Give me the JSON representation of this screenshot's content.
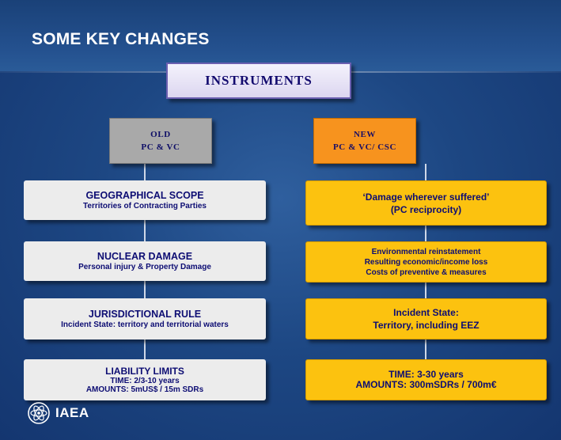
{
  "slide": {
    "title": "SOME KEY CHANGES",
    "logo_text": "IAEA"
  },
  "diagram": {
    "root": "INSTRUMENTS",
    "old_header": {
      "line1": "OLD",
      "line2": "PC & VC"
    },
    "new_header": {
      "line1": "NEW",
      "line2": "PC & VC/ CSC"
    },
    "old_boxes": [
      {
        "title": "GEOGRAPHICAL SCOPE",
        "detail": "Territories of Contracting Parties"
      },
      {
        "title": "NUCLEAR DAMAGE",
        "detail": "Personal injury & Property Damage"
      },
      {
        "title": "JURISDICTIONAL RULE",
        "detail": "Incident State: territory and territorial waters"
      },
      {
        "title": "LIABILITY LIMITS",
        "detail1": "TIME: 2/3-10 years",
        "detail2": "AMOUNTS: 5mUS$ / 15m SDRs"
      }
    ],
    "new_boxes": [
      {
        "line1": "‘Damage wherever suffered’",
        "line2": "(PC reciprocity)"
      },
      {
        "line1": "Environmental reinstatement",
        "line2": "Resulting economic/income loss",
        "line3": "Costs of preventive & measures"
      },
      {
        "line1": "Incident State:",
        "line2": "Territory, including EEZ"
      },
      {
        "line1": "TIME: 3-30 years",
        "line2": "AMOUNTS: 300mSDRs / 700m€"
      }
    ]
  }
}
